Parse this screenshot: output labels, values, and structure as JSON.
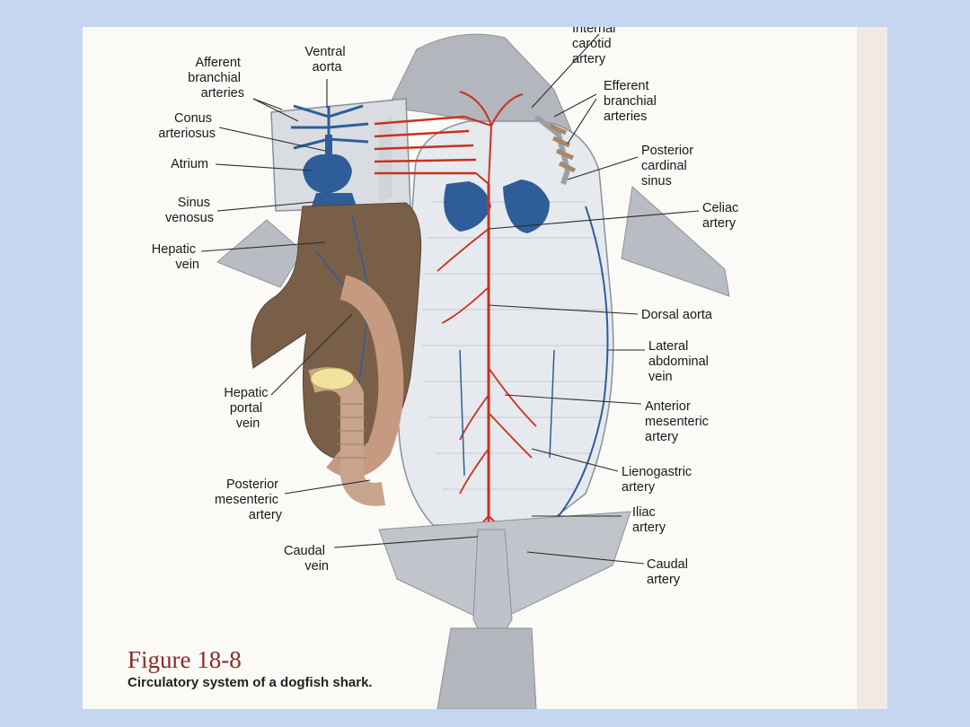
{
  "figure": {
    "title": "Figure 18-8",
    "caption": "Circulatory system of a dogfish shark."
  },
  "labels": {
    "internal_carotid": [
      "Internal",
      "carotid",
      "artery"
    ],
    "efferent_branchial": [
      "Efferent",
      "branchial",
      "arteries"
    ],
    "posterior_cardinal": [
      "Posterior",
      "cardinal",
      "sinus"
    ],
    "celiac": [
      "Celiac",
      "artery"
    ],
    "dorsal_aorta": [
      "Dorsal aorta"
    ],
    "lateral_abdominal": [
      "Lateral",
      "abdominal",
      "vein"
    ],
    "anterior_mesenteric": [
      "Anterior",
      "mesenteric",
      "artery"
    ],
    "lienogastric": [
      "Lienogastric",
      "artery"
    ],
    "iliac": [
      "Iliac",
      "artery"
    ],
    "caudal_artery": [
      "Caudal",
      "artery"
    ],
    "afferent_branchial": [
      "Afferent",
      "branchial",
      "arteries"
    ],
    "ventral_aorta": [
      "Ventral",
      "aorta"
    ],
    "conus_arteriosus": [
      "Conus",
      "arteriosus"
    ],
    "atrium": [
      "Atrium"
    ],
    "sinus_venosus": [
      "Sinus",
      "venosus"
    ],
    "hepatic_vein": [
      "Hepatic",
      "vein"
    ],
    "hepatic_portal": [
      "Hepatic",
      "portal",
      "vein"
    ],
    "posterior_mesenteric": [
      "Posterior",
      "mesenteric",
      "artery"
    ],
    "caudal_vein": [
      "Caudal",
      "vein"
    ]
  },
  "colors": {
    "artery": "#c8321e",
    "vein": "#2f5d9a",
    "body": "#cfd3d8",
    "liver": "#7a5f48"
  }
}
